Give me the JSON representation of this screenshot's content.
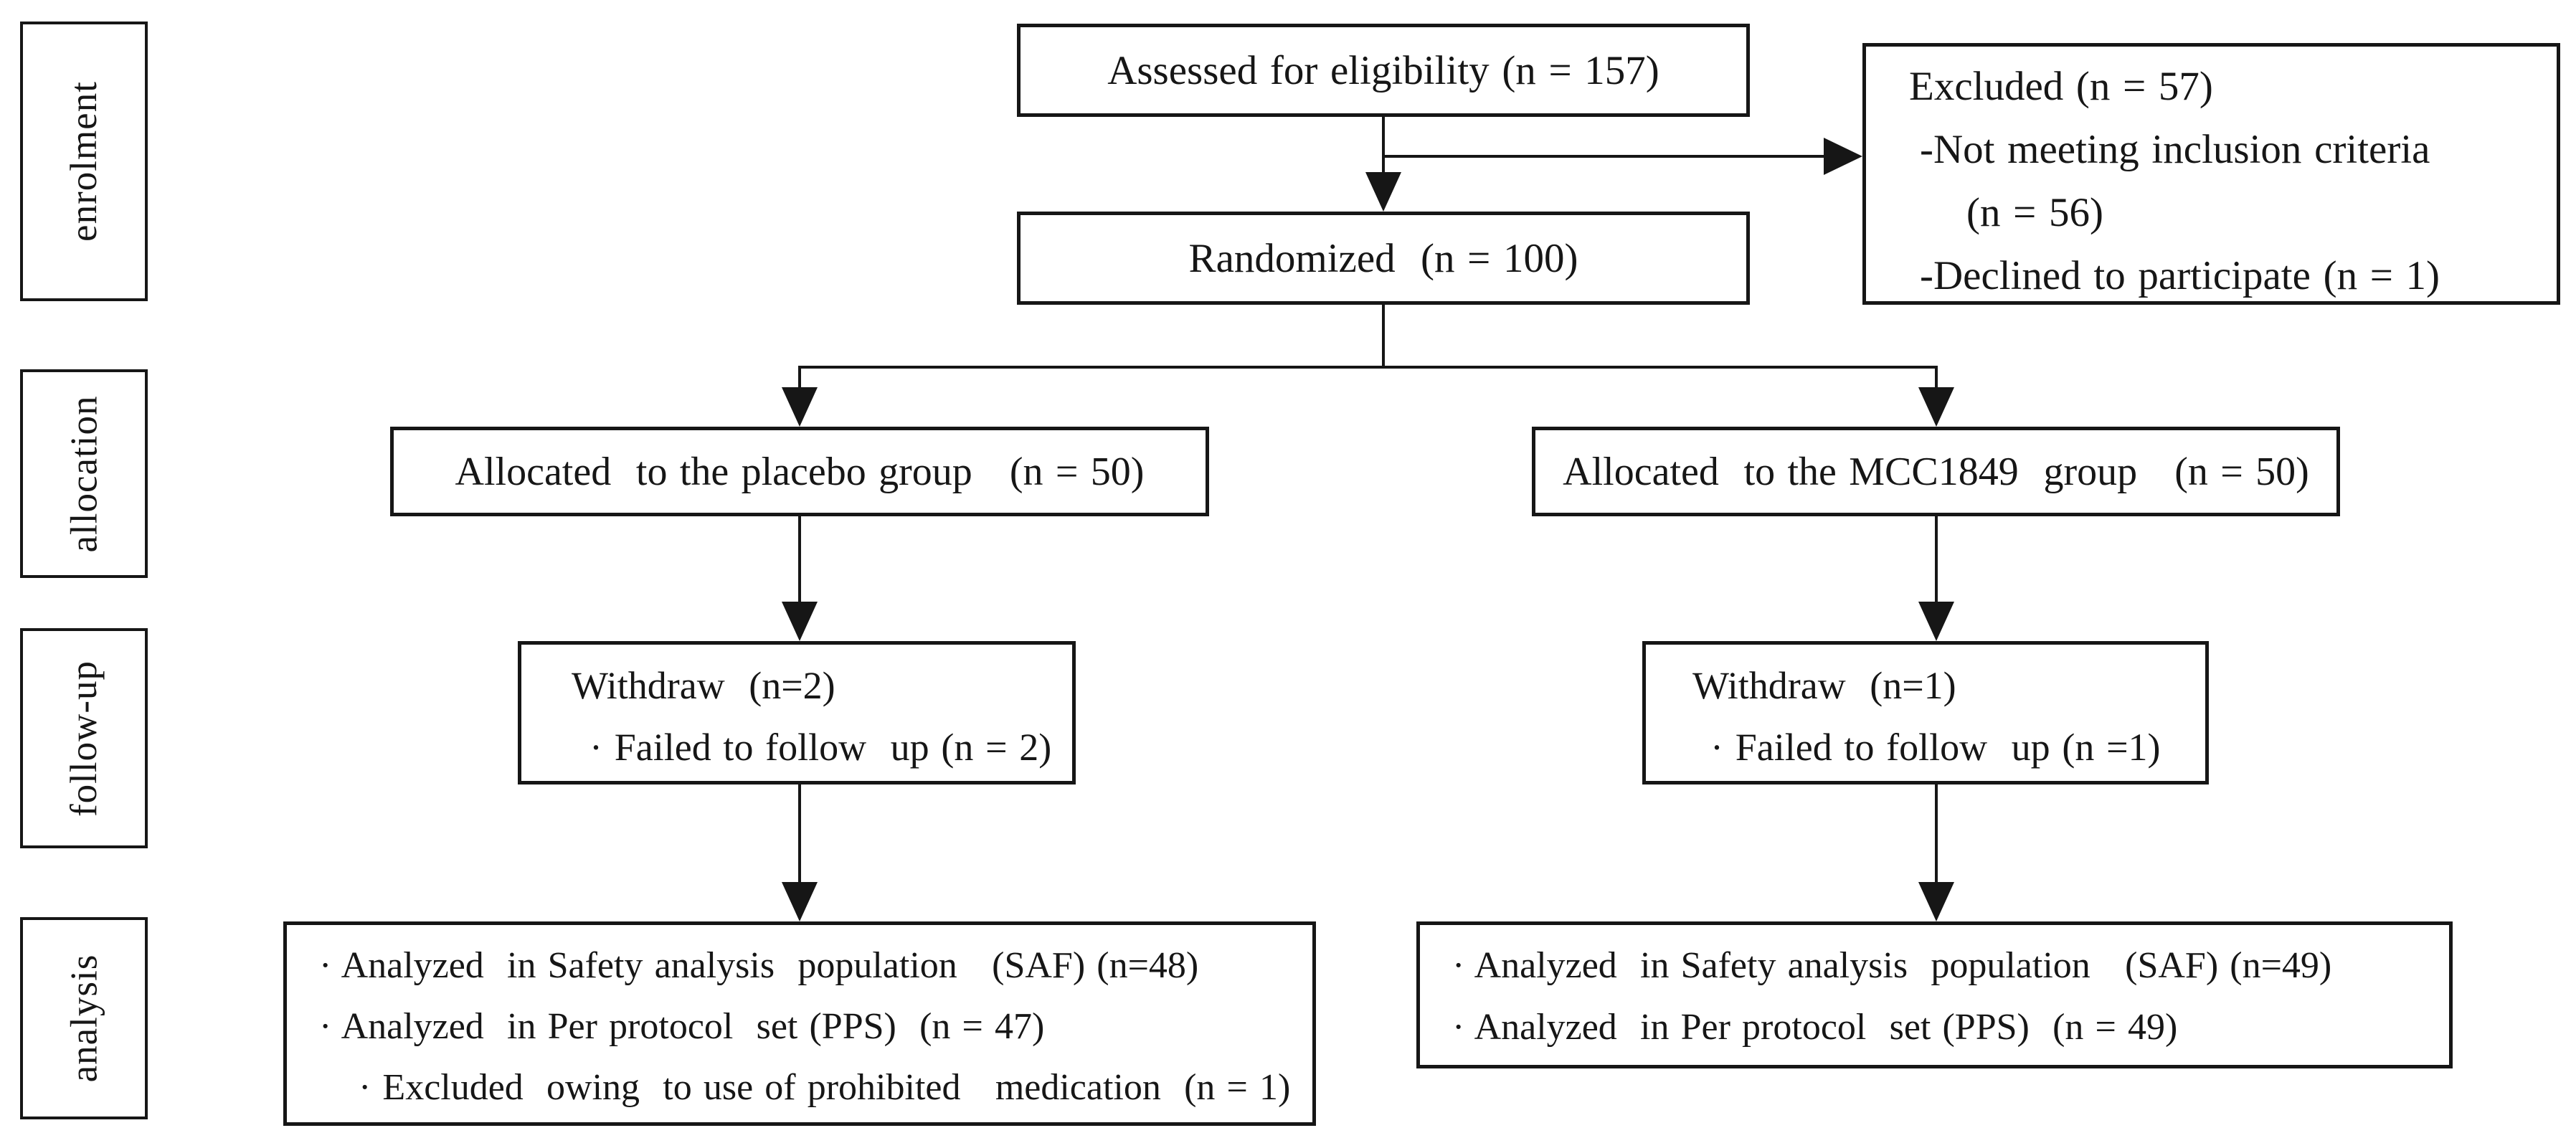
{
  "figure": {
    "palette": {
      "ink": "#161616",
      "background": "#ffffff"
    },
    "side_labels": {
      "enrolment": "enrolment",
      "allocation": "allocation",
      "followup": "follow-up",
      "analysis": "analysis"
    },
    "nodes": {
      "assessed": {
        "lines": [
          "Assessed for eligibility (n = 157)"
        ]
      },
      "excluded": {
        "lines": [
          "Excluded (n = 57)",
          "-Not meeting inclusion criteria",
          "(n = 56)",
          "-Declined to participate (n = 1)"
        ]
      },
      "randomized": {
        "lines": [
          "Randomized  (n = 100)"
        ]
      },
      "allocated_placebo": {
        "lines": [
          "Allocated  to the placebo group   (n = 50)"
        ]
      },
      "allocated_mcc1849": {
        "lines": [
          "Allocated  to the MCC1849  group   (n = 50)"
        ]
      },
      "followup_placebo": {
        "lines": [
          "Withdraw  (n=2)",
          "· Failed to follow  up (n = 2)"
        ]
      },
      "followup_mcc1849": {
        "lines": [
          "Withdraw  (n=1)",
          "· Failed to follow  up (n =1)"
        ]
      },
      "analysis_placebo": {
        "lines": [
          "· Analyzed  in Safety analysis  population   (SAF) (n=48)",
          "· Analyzed  in Per protocol  set (PPS)  (n = 47)",
          "· Excluded  owing  to use of prohibited   medication  (n = 1)"
        ]
      },
      "analysis_mcc1849": {
        "lines": [
          "· Analyzed  in Safety analysis  population   (SAF) (n=49)",
          "· Analyzed  in Per protocol  set (PPS)  (n = 49)"
        ]
      }
    }
  }
}
